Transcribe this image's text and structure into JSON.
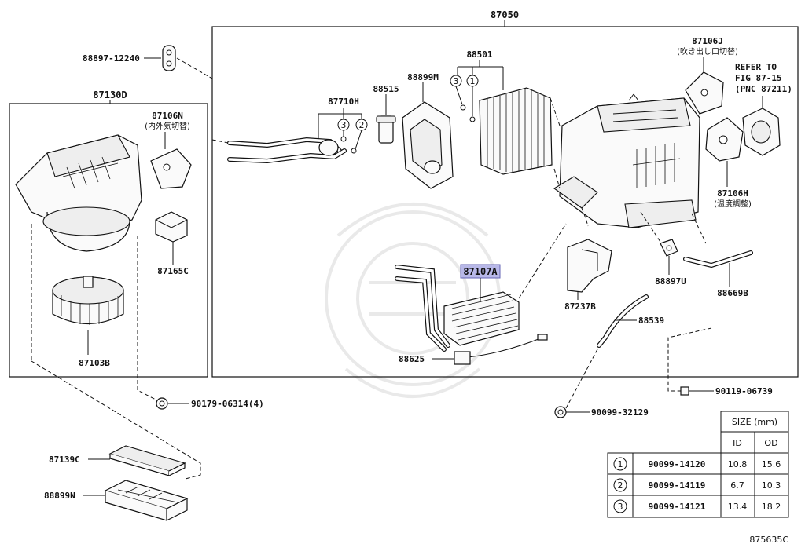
{
  "labels": {
    "p87050": "87050",
    "p88897_12240": "88897-12240",
    "p87130D": "87130D",
    "p87106N": "87106N",
    "p87106N_jp": "(内外気切替)",
    "p87165C": "87165C",
    "p87103B": "87103B",
    "p87710H": "87710H",
    "p88515": "88515",
    "p88899M": "88899M",
    "p88501": "88501",
    "p87106J": "87106J",
    "p87106J_jp": "(吹き出し口切替)",
    "refer1": "REFER TO",
    "refer2": "FIG 87-15",
    "refer3": "(PNC 87211)",
    "p87106H": "87106H",
    "p87106H_jp": "(温度調整)",
    "p87107A": "87107A",
    "p87237B": "87237B",
    "p88897U": "88897U",
    "p88669B": "88669B",
    "p88539": "88539",
    "p88625": "88625",
    "p90179_06314": "90179-06314(4)",
    "p90119_06739": "90119-06739",
    "p90099_32129": "90099-32129",
    "p87139C": "87139C",
    "p88899N": "88899N",
    "figure_no": "875635C"
  },
  "callouts": {
    "c1": "1",
    "c2": "2",
    "c3": "3"
  },
  "size_table": {
    "title": "SIZE (mm)",
    "col_id": "ID",
    "col_od": "OD",
    "rows": [
      {
        "mark": "1",
        "part": "90099-14120",
        "id": "10.8",
        "od": "15.6"
      },
      {
        "mark": "2",
        "part": "90099-14119",
        "id": "6.7",
        "od": "10.3"
      },
      {
        "mark": "3",
        "part": "90099-14121",
        "id": "13.4",
        "od": "18.2"
      }
    ]
  },
  "colors": {
    "highlight": "#b8b8e8",
    "highlight_border": "#6464b4",
    "ink": "#111111"
  }
}
